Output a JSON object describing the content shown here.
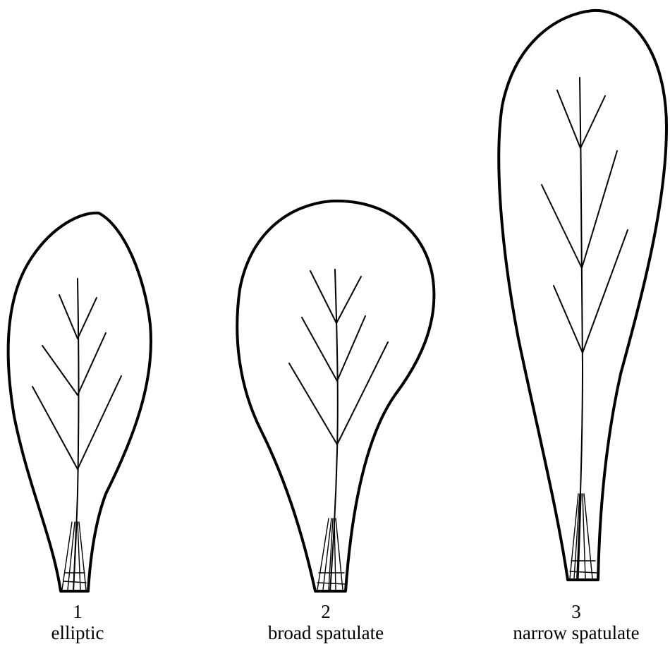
{
  "leaves": [
    {
      "number": "1",
      "name": "elliptic"
    },
    {
      "number": "2",
      "name": "broad spatulate"
    },
    {
      "number": "3",
      "name": "narrow spatulate"
    }
  ]
}
